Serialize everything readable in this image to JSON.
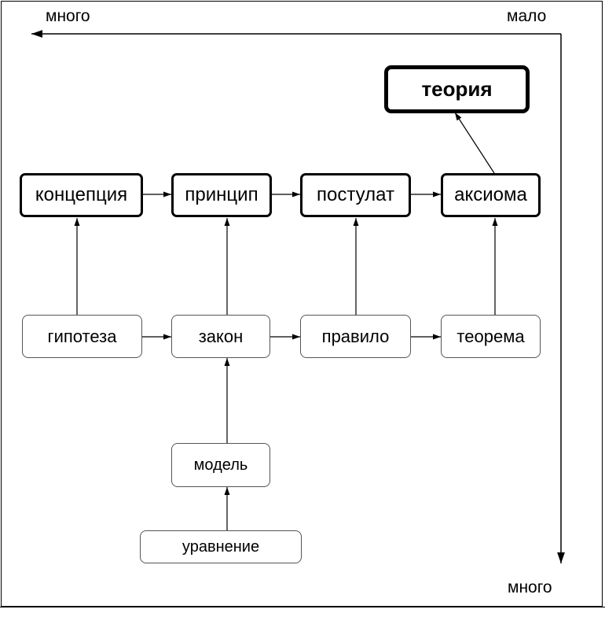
{
  "axis": {
    "top_left": "много",
    "top_right": "мало",
    "bottom_right": "много"
  },
  "nodes": {
    "teoriya": "теория",
    "kontseptsiya": "концепция",
    "printsip": "принцип",
    "postulat": "постулат",
    "aksioma": "аксиома",
    "gipoteza": "гипотеза",
    "zakon": "закон",
    "pravilo": "правило",
    "teorema": "теорема",
    "model": "модель",
    "uravnenie": "уравнение"
  }
}
